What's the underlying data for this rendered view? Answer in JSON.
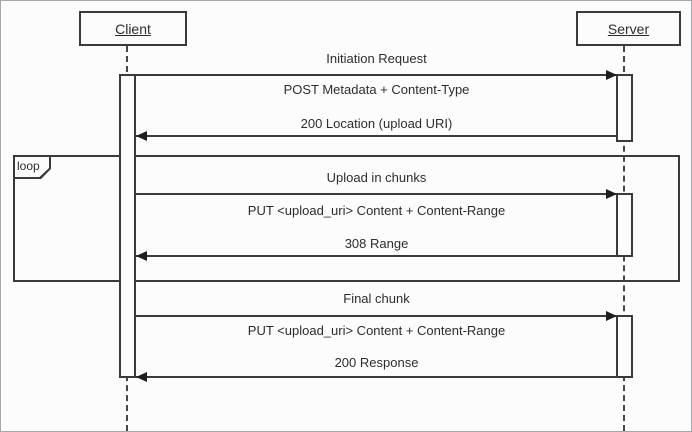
{
  "diagram": {
    "type": "uml-sequence",
    "actors": [
      {
        "id": "client",
        "label": "Client"
      },
      {
        "id": "server",
        "label": "Server"
      }
    ],
    "loop_fragment": {
      "label": "loop",
      "contains_section": "Upload in chunks"
    },
    "exchanges": [
      {
        "section": "Initiation Request",
        "request": "POST Metadata + Content-Type",
        "response": "200 Location (upload URI)",
        "from": "Client",
        "to": "Server"
      },
      {
        "section": "Upload in chunks",
        "request": "PUT <upload_uri> Content + Content-Range",
        "response": "308 Range",
        "from": "Client",
        "to": "Server",
        "in_loop": true
      },
      {
        "section": "Final chunk",
        "request": "PUT <upload_uri> Content + Content-Range",
        "response": "200 Response",
        "from": "Client",
        "to": "Server"
      }
    ],
    "colors": {
      "line": "#3a3a3a",
      "text": "#2d2d2d",
      "background": "#fcfcfc",
      "frame_border": "#a3a9ad"
    }
  }
}
